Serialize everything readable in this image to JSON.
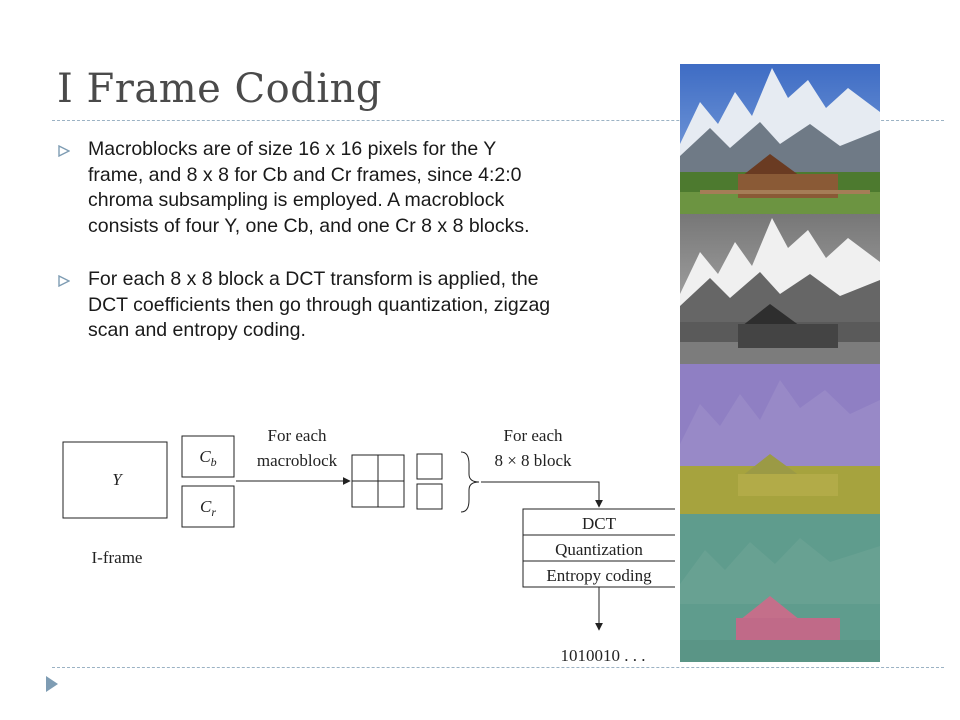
{
  "slide": {
    "title": "I Frame Coding",
    "bullets": [
      {
        "lines": [
          "Macroblocks are of size 16 x 16 pixels for the Y",
          "frame, and 8 x 8 for Cb and Cr frames, since 4:2:0",
          "chroma subsampling is employed. A macroblock",
          "consists of four Y, one Cb, and one Cr 8 x 8 blocks."
        ]
      },
      {
        "lines": [
          "For each 8 x 8 block a DCT transform is applied, the",
          "DCT coefficients then go through quantization, zigzag",
          "scan and entropy coding."
        ]
      }
    ]
  },
  "diagram": {
    "y_label": "Y",
    "cb_main": "C",
    "cb_sub": "b",
    "cr_main": "C",
    "cr_sub": "r",
    "iframe_label": "I-frame",
    "for_each_1_line1": "For each",
    "for_each_1_line2": "macroblock",
    "for_each_2_line1": "For each",
    "for_each_2_line2": "8 × 8 block",
    "stages": [
      "DCT",
      "Quantization",
      "Entropy coding"
    ],
    "output": "1010010 . . ."
  },
  "colors": {
    "title": "#4a4a4a",
    "rule": "#9bb2c4",
    "bullet_marker": "#7e9cb3"
  }
}
